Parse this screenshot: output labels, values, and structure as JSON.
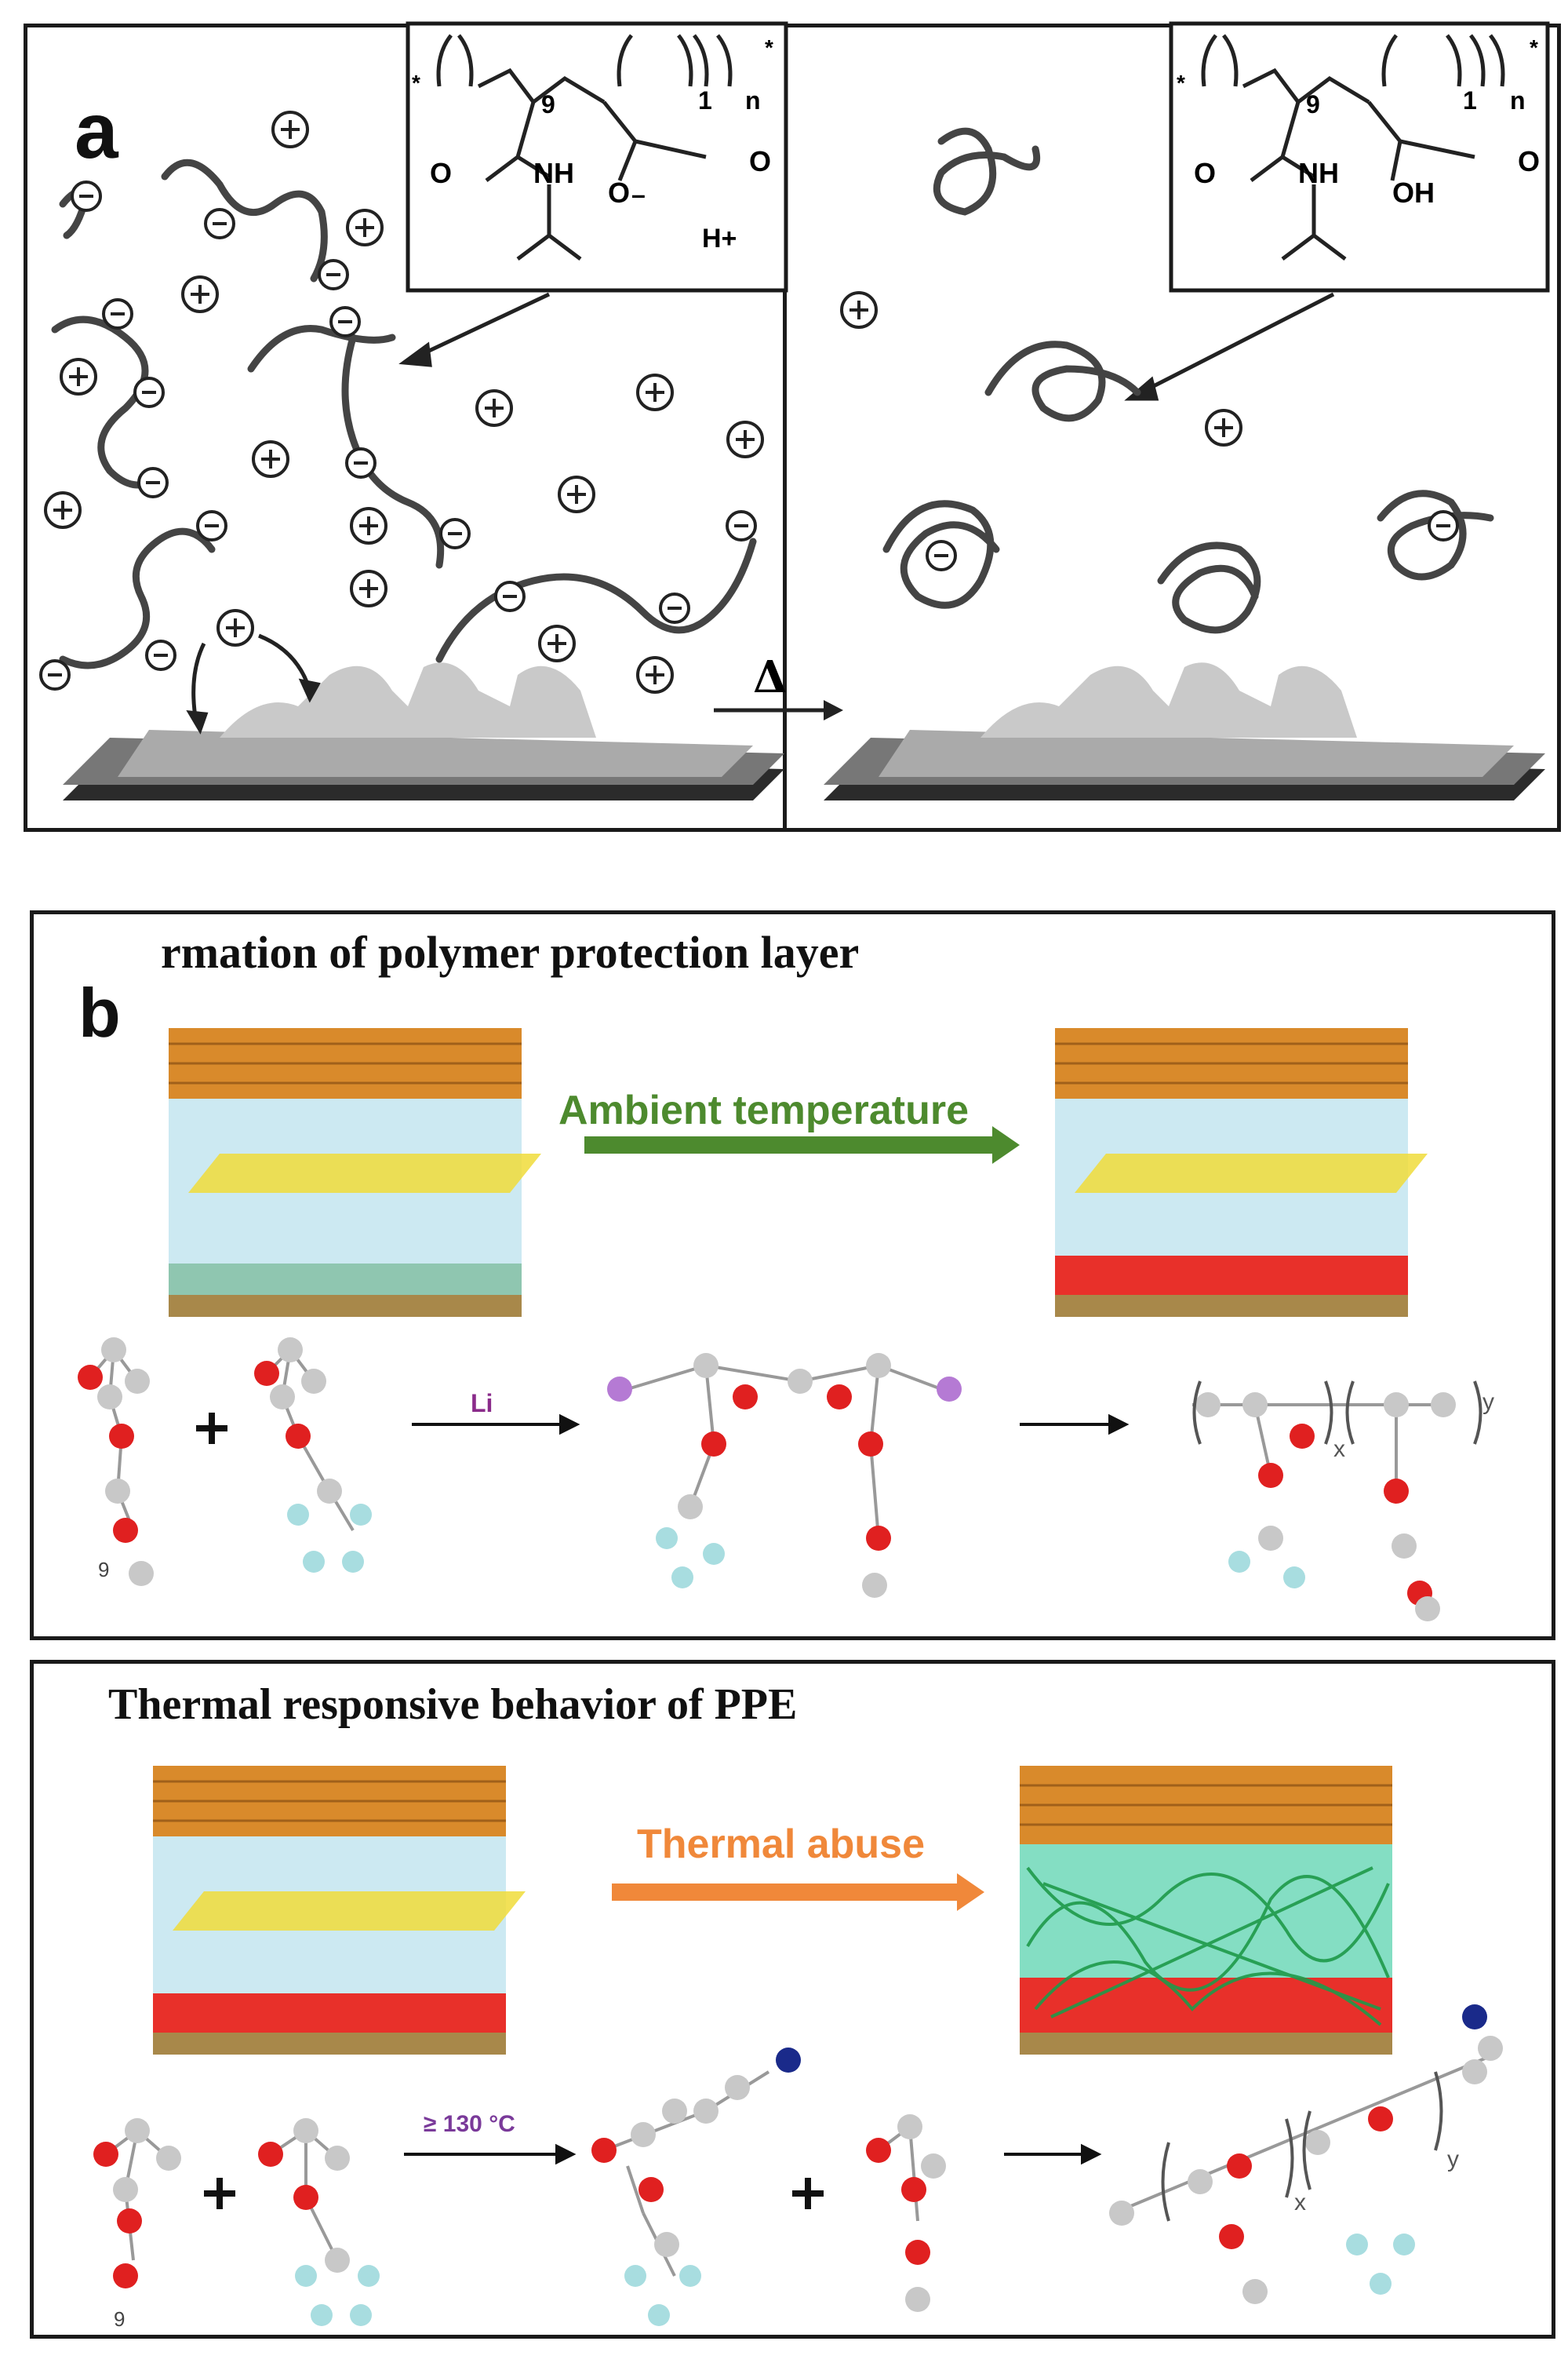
{
  "panel_a": {
    "letter": "a",
    "left_structure": {
      "sub_9": "9",
      "sub_1": "1",
      "sub_n": "n",
      "O_amide": "O",
      "NH": "NH",
      "O_minus": "O",
      "minus": "–",
      "O_carbonyl": "O",
      "counterion": "H+",
      "star_left": "*",
      "star_right": "*"
    },
    "right_structure": {
      "sub_9": "9",
      "sub_1": "1",
      "sub_n": "n",
      "O_amide": "O",
      "NH": "NH",
      "OH": "OH",
      "O_carbonyl": "O",
      "star_left": "*",
      "star_right": "*"
    },
    "heat_symbol": "Δ"
  },
  "panel_b": {
    "letter": "b",
    "title": "rmation of polymer protection layer",
    "arrow_label": "Ambient temperature",
    "arrow_color": "#4d8a2e",
    "reaction_reagent": "Li",
    "reagent_color": "#8a2b8a",
    "sub_x": "x",
    "sub_y": "y",
    "repeat_9": "9"
  },
  "panel_c": {
    "title": "Thermal responsive behavior of PPE",
    "arrow_label": "Thermal abuse",
    "arrow_color": "#f0883a",
    "reaction_condition": "≥ 130 °C",
    "condition_color": "#7a3a9a",
    "sub_x": "x",
    "sub_y": "y",
    "repeat_9": "9"
  }
}
